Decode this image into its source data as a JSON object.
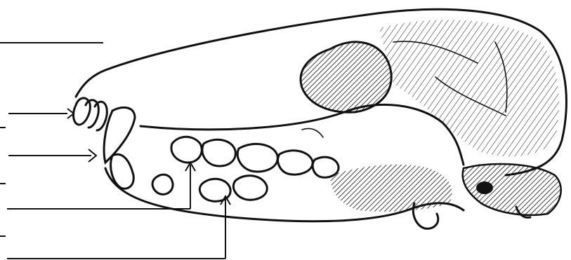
{
  "diagram": {
    "subject": "",
    "labels": [
      {
        "id": "label-1",
        "text": ""
      },
      {
        "id": "label-2",
        "text": ""
      },
      {
        "id": "label-3",
        "text": ""
      },
      {
        "id": "label-4",
        "text": ""
      },
      {
        "id": "label-5",
        "text": ""
      }
    ],
    "colors": {
      "ink": "#111111",
      "paper": "#ffffff"
    }
  }
}
